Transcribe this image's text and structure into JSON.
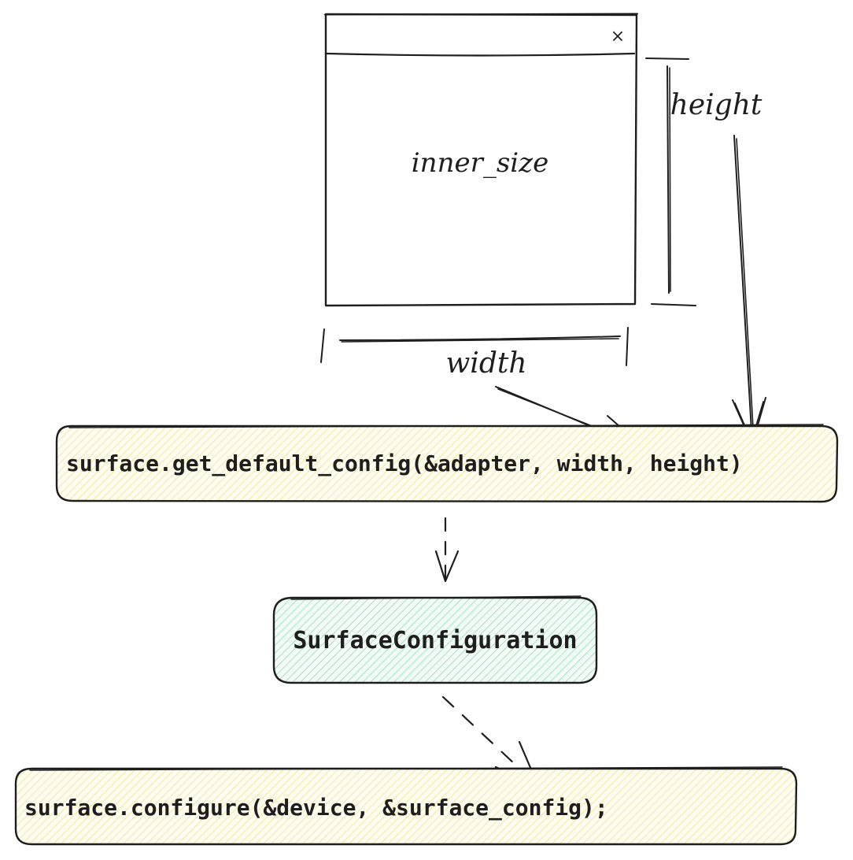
{
  "window": {
    "close_glyph": "×",
    "content_label": "inner_size"
  },
  "dimensions": {
    "height_label": "height",
    "width_label": "width"
  },
  "boxes": {
    "get_default_config": "surface.get_default_config(&adapter, width, height)",
    "surface_configuration": "SurfaceConfiguration",
    "configure": "surface.configure(&device, &surface_config);"
  },
  "colors": {
    "ink": "#1e1e1e",
    "yellow_hatch": "#f2e79a",
    "yellow_fill": "#fffdf2",
    "green_hatch": "#a6e3bf",
    "green_fill": "#f3fbf6"
  }
}
